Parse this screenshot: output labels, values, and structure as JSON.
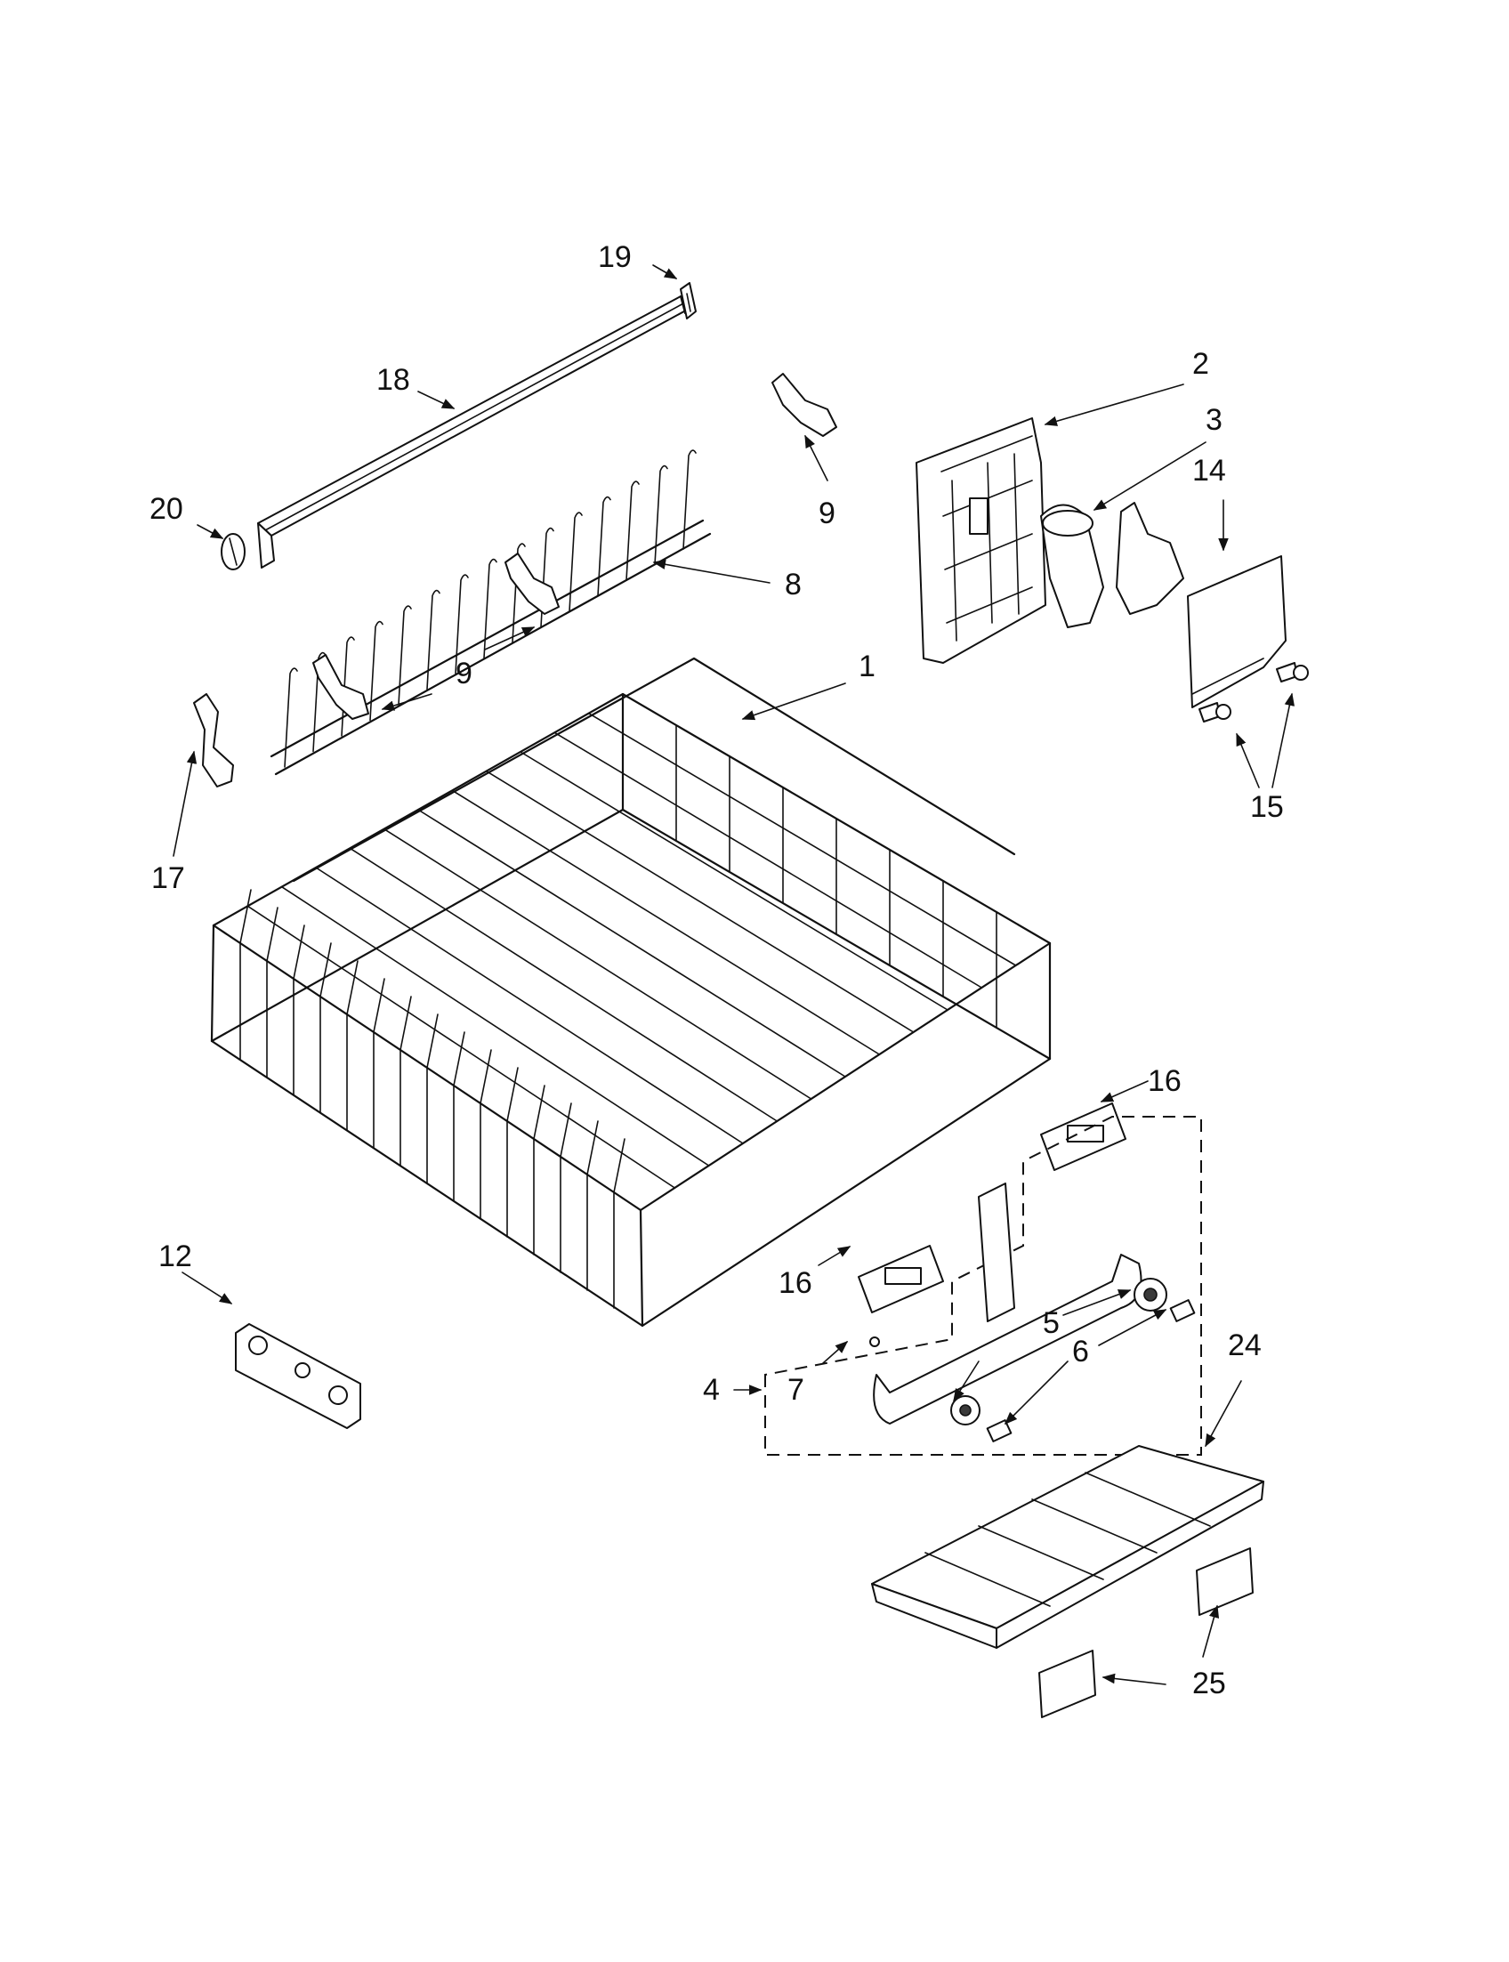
{
  "callouts": [
    {
      "id": "1",
      "text": "1"
    },
    {
      "id": "2",
      "text": "2"
    },
    {
      "id": "3",
      "text": "3"
    },
    {
      "id": "4",
      "text": "4"
    },
    {
      "id": "5",
      "text": "5"
    },
    {
      "id": "6",
      "text": "6"
    },
    {
      "id": "7",
      "text": "7"
    },
    {
      "id": "8",
      "text": "8"
    },
    {
      "id": "9a",
      "text": "9"
    },
    {
      "id": "9b",
      "text": "9"
    },
    {
      "id": "12",
      "text": "12"
    },
    {
      "id": "14",
      "text": "14"
    },
    {
      "id": "15",
      "text": "15"
    },
    {
      "id": "16a",
      "text": "16"
    },
    {
      "id": "16b",
      "text": "16"
    },
    {
      "id": "17",
      "text": "17"
    },
    {
      "id": "18",
      "text": "18"
    },
    {
      "id": "19",
      "text": "19"
    },
    {
      "id": "20",
      "text": "20"
    },
    {
      "id": "24",
      "text": "24"
    },
    {
      "id": "25",
      "text": "25"
    }
  ]
}
